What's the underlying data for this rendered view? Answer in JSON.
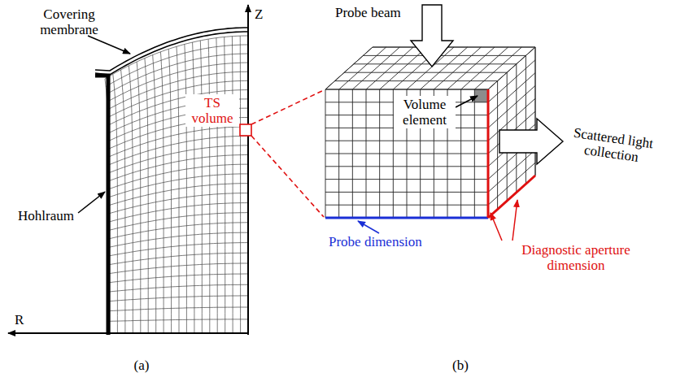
{
  "diagram": {
    "labels": [
      "Covering membrane",
      "Z",
      "Hohlraum",
      "R",
      "TS volume",
      "Probe beam",
      "Volume element",
      "Scattered light collection",
      "Probe dimension",
      "Diagnostic aperture dimension",
      "(a)",
      "(b)"
    ]
  }
}
